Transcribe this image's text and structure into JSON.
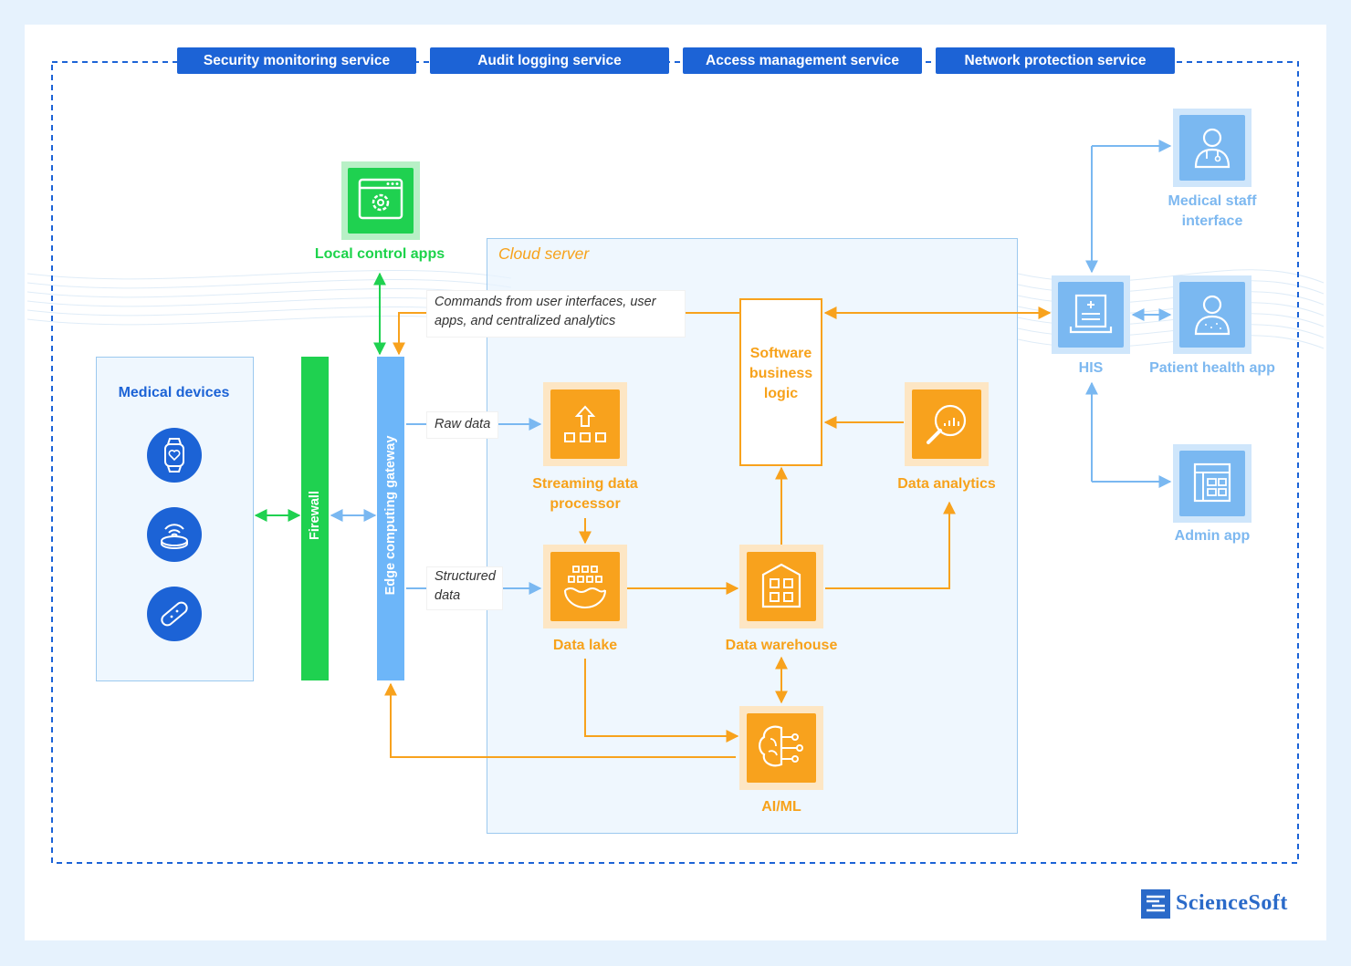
{
  "services": [
    "Security monitoring service",
    "Audit logging service",
    "Access management service",
    "Network protection service"
  ],
  "nodes": {
    "local_control_apps": "Local control apps",
    "cloud_server": "Cloud server",
    "medical_devices": "Medical devices",
    "firewall": "Firewall",
    "edge_gateway": "Edge computing gateway",
    "streaming_processor": "Streaming data processor",
    "data_lake": "Data lake",
    "data_warehouse": "Data warehouse",
    "ai_ml": "AI/ML",
    "software_logic": "Software business logic",
    "data_analytics": "Data analytics",
    "his": "HIS",
    "medical_staff": "Medical staff interface",
    "patient_app": "Patient health app",
    "admin_app": "Admin app"
  },
  "notes": {
    "commands": "Commands from user interfaces, user apps, and centralized analytics",
    "raw_data": "Raw data",
    "structured_data": "Structured data"
  },
  "brand": {
    "name": "ScienceSoft"
  },
  "colors": {
    "orange": "#f8a21d",
    "blue": "#7ab8f1",
    "green": "#1fd150",
    "dark_blue": "#1c63d6"
  },
  "icons": {
    "local_control_apps": "settings-window-icon",
    "streaming_processor": "upload-blocks-icon",
    "data_lake": "lake-icon",
    "data_warehouse": "building-icon",
    "ai_ml": "brain-icon",
    "data_analytics": "magnifier-chart-icon",
    "his": "medical-record-icon",
    "medical_staff": "doctor-icon",
    "patient_app": "patient-icon",
    "admin_app": "dashboard-icon",
    "devices": [
      "smartwatch-icon",
      "wireless-sensor-icon",
      "adhesive-patch-icon"
    ]
  }
}
